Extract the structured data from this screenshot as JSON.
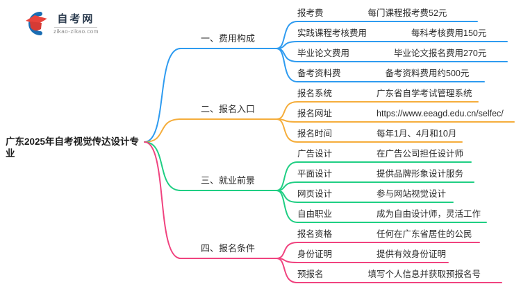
{
  "logo": {
    "title": "自考网",
    "domain": "zikao-zikao.com",
    "crescent_color": "#1a6db3",
    "cap_top_color": "#e8433c",
    "cap_base_color": "#d63b35"
  },
  "root": {
    "label": "广东2025年自考视觉传达设计专业"
  },
  "branches": [
    {
      "label": "一、费用构成",
      "color": "#2E9BF0",
      "items": [
        {
          "label": "报考费",
          "value": "每门课程报考费52元"
        },
        {
          "label": "实践课程考核费用",
          "value": "每科考核费用150元"
        },
        {
          "label": "毕业论文费用",
          "value": "毕业论文报名费用270元"
        },
        {
          "label": "备考资料费",
          "value": "备考资料费用约500元"
        }
      ]
    },
    {
      "label": "二、报名入口",
      "color": "#F5AD3B",
      "items": [
        {
          "label": "报名系统",
          "value": "广东省自学考试管理系统"
        },
        {
          "label": "报名网址",
          "value": "https://www.eeagd.edu.cn/selfec/"
        },
        {
          "label": "报名时间",
          "value": "每年1月、4月和10月"
        }
      ]
    },
    {
      "label": "三、就业前景",
      "color": "#1FCE83",
      "items": [
        {
          "label": "广告设计",
          "value": "在广告公司担任设计师"
        },
        {
          "label": "平面设计",
          "value": "提供品牌形象设计服务"
        },
        {
          "label": "网页设计",
          "value": "参与网站视觉设计"
        },
        {
          "label": "自由职业",
          "value": "成为自由设计师，灵活工作"
        }
      ]
    },
    {
      "label": "四、报名条件",
      "color": "#F0437F",
      "items": [
        {
          "label": "报名资格",
          "value": "任何在广东省居住的公民"
        },
        {
          "label": "身份证明",
          "value": "提供有效身份证明"
        },
        {
          "label": "预报名",
          "value": "填写个人信息并获取预报名号"
        }
      ]
    }
  ]
}
